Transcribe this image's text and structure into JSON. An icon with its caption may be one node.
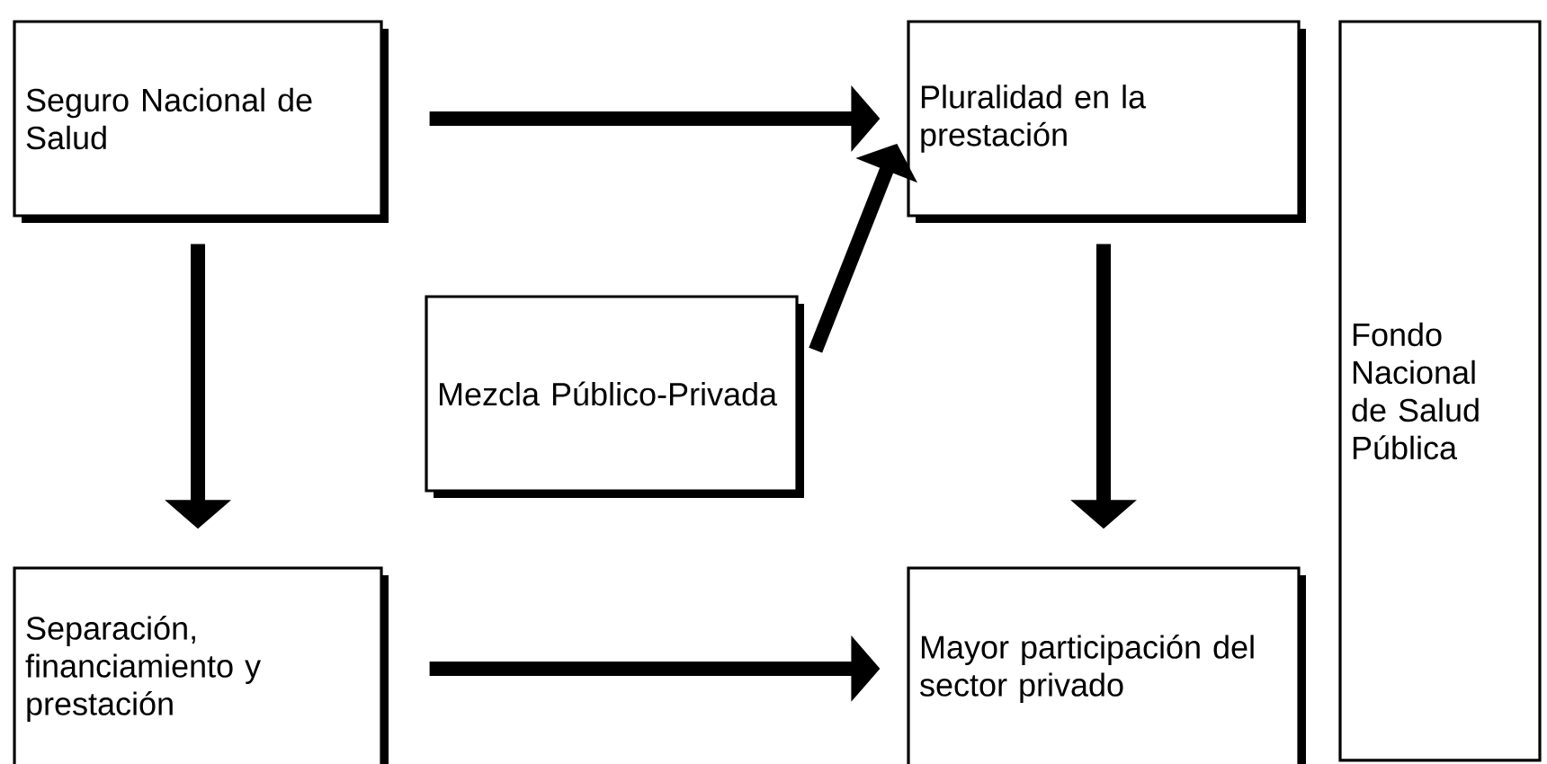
{
  "diagram": {
    "nodes": [
      {
        "text": [
          "Seguro Nacional de Salud"
        ]
      },
      {
        "text": [
          "Pluralidad en la prestación"
        ]
      },
      {
        "text": [
          "Mezcla Público-Privada"
        ]
      },
      {
        "text": [
          "Separación, financiamiento y prestación"
        ]
      },
      {
        "text": [
          "Mayor participación del sector privado"
        ]
      },
      {
        "text": [
          "Fondo Nacional de Salud Pública"
        ]
      }
    ],
    "edges": [
      {
        "from": 0,
        "to": 1,
        "arrow": "to"
      },
      {
        "from": 0,
        "to": 3,
        "arrow": "to"
      },
      {
        "from": 2,
        "to": 1,
        "arrow": "to"
      },
      {
        "from": 1,
        "to": 4,
        "arrow": "to"
      },
      {
        "from": 3,
        "to": 4,
        "arrow": "to"
      }
    ]
  }
}
